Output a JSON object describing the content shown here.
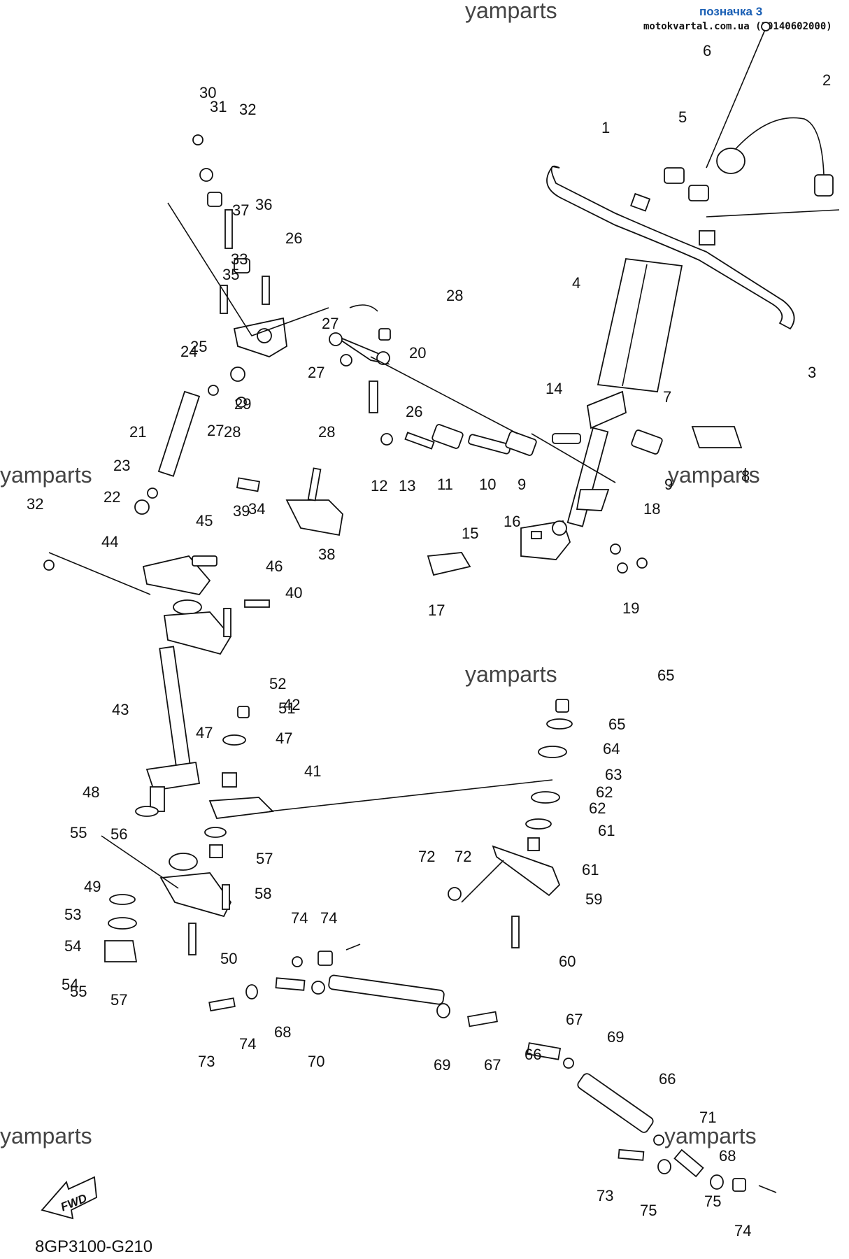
{
  "header": {
    "note_label": "позначка 3",
    "source_line": "motokvartal.com.ua (20140602000)"
  },
  "watermark": "yamparts",
  "diagram_code": "8GP3100-G210",
  "fwd_label": "FWD",
  "callouts": [
    "1",
    "2",
    "3",
    "4",
    "5",
    "6",
    "7",
    "8",
    "9",
    "9",
    "10",
    "11",
    "12",
    "13",
    "14",
    "15",
    "16",
    "17",
    "18",
    "19",
    "20",
    "21",
    "22",
    "23",
    "24",
    "25",
    "26",
    "26",
    "27",
    "27",
    "27",
    "28",
    "28",
    "28",
    "29",
    "30",
    "31",
    "32",
    "32",
    "33",
    "34",
    "35",
    "36",
    "37",
    "38",
    "39",
    "40",
    "41",
    "42",
    "43",
    "44",
    "45",
    "46",
    "47",
    "47",
    "48",
    "49",
    "50",
    "51",
    "52",
    "53",
    "54",
    "54",
    "55",
    "55",
    "56",
    "57",
    "57",
    "58",
    "59",
    "60",
    "61",
    "61",
    "62",
    "62",
    "63",
    "64",
    "65",
    "65",
    "66",
    "66",
    "67",
    "67",
    "68",
    "68",
    "69",
    "69",
    "70",
    "71",
    "72",
    "72",
    "73",
    "73",
    "74",
    "74",
    "74",
    "74",
    "75",
    "75"
  ]
}
